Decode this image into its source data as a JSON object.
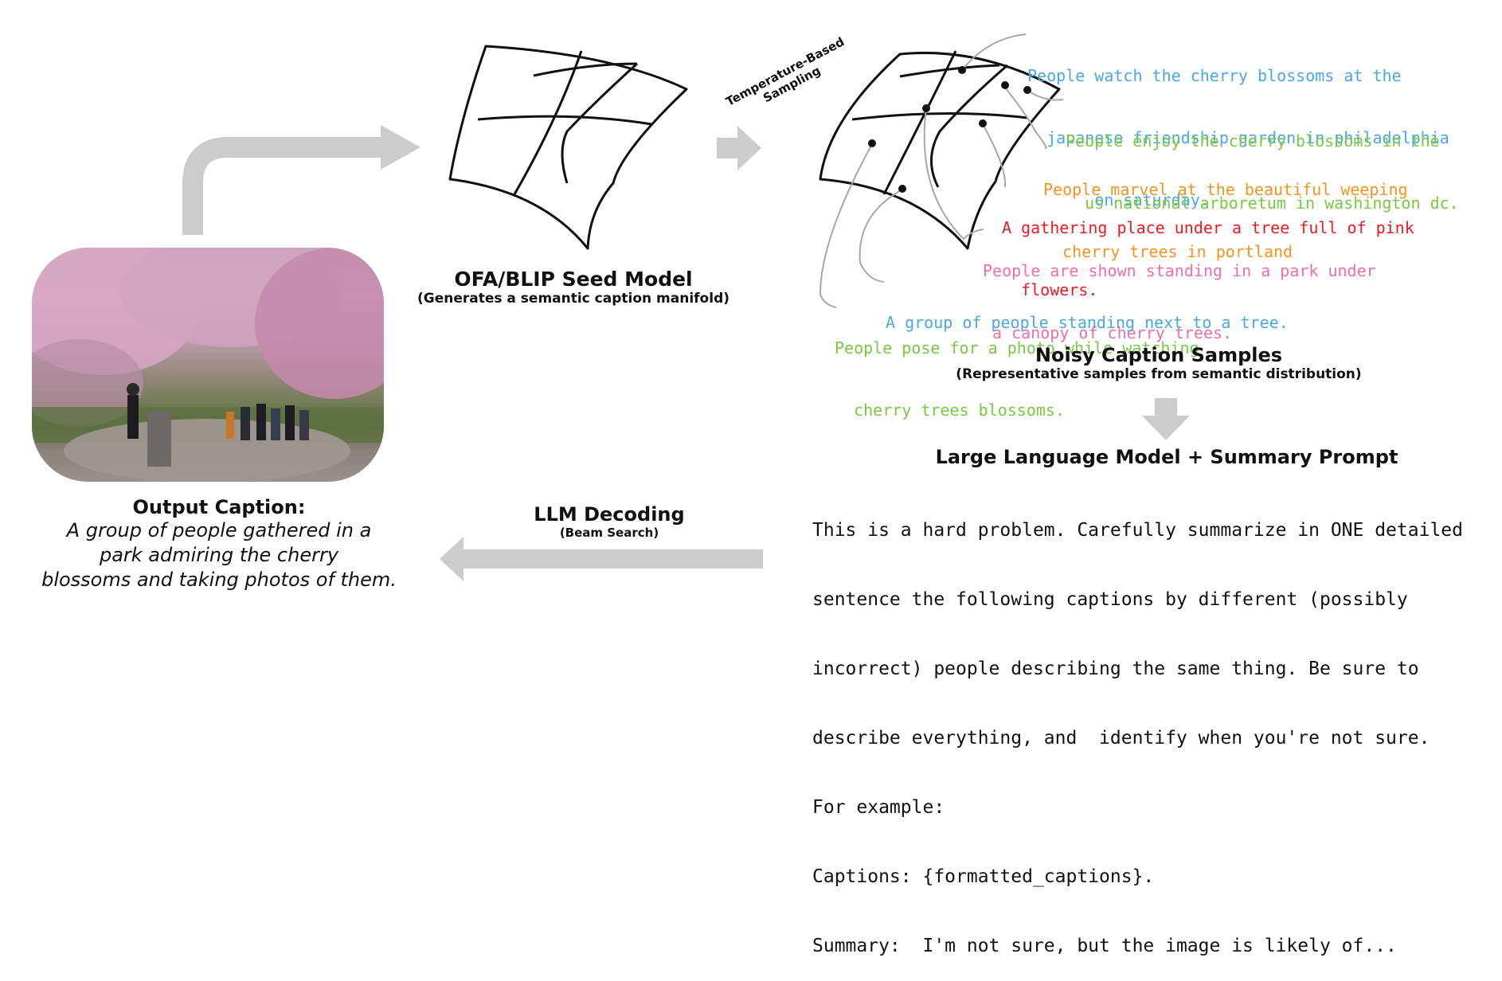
{
  "seed_model": {
    "title": "OFA/BLIP Seed Model",
    "subtitle": "(Generates a semantic caption manifold)"
  },
  "sampling": {
    "label_line1": "Temperature-Based",
    "label_line2": "Sampling"
  },
  "noisy_samples": {
    "title": "Noisy Caption Samples",
    "subtitle": "(Representative samples from  semantic distribution)",
    "captions": [
      {
        "lines": [
          "People watch the cherry blossoms at the",
          "  japanese friendship garden in philadelphia",
          "       on saturday."
        ],
        "color": "#4aa8e8"
      },
      {
        "lines": [
          "People enjoy the cherry blossoms in the",
          "  us national arboretum in washington dc."
        ],
        "color": "#7ac943"
      },
      {
        "lines": [
          "People marvel at the beautiful weeping",
          "  cherry trees in portland"
        ],
        "color": "#f7931e"
      },
      {
        "lines": [
          "A gathering place under a tree full of pink",
          "  flowers."
        ],
        "color": "#ed1c24"
      },
      {
        "lines": [
          "People are shown standing in a park under",
          " a canopy of cherry trees."
        ],
        "color": "#f06ea9"
      },
      {
        "lines": [
          "A group of people standing next to a tree."
        ],
        "color": "#4aa8e8"
      },
      {
        "lines": [
          "People pose for a photo while watching",
          "  cherry trees blossoms."
        ],
        "color": "#7ac943"
      }
    ]
  },
  "llm": {
    "title": "Large Language Model + Summary Prompt",
    "prompt_lines": [
      "This is a hard problem. Carefully summarize in ONE detailed",
      "sentence the following captions by different (possibly",
      "incorrect) people describing the same thing. Be sure to",
      "describe everything, and  identify when you're not sure.",
      "For example:",
      "Captions: {formatted_captions}.",
      "Summary:  I'm not sure, but the image is likely of..."
    ]
  },
  "decoding": {
    "title": "LLM Decoding",
    "subtitle": "(Beam Search)"
  },
  "output": {
    "title": "Output Caption:",
    "lines": [
      "A group of people gathered in a",
      "park admiring the cherry",
      "blossoms and taking photos of them."
    ]
  },
  "colors": {
    "arrow": "#cccccc",
    "blue": "#4aa8e8",
    "green": "#7ac943",
    "orange": "#f7931e",
    "red": "#ed1c24",
    "pink": "#f06ea9"
  }
}
